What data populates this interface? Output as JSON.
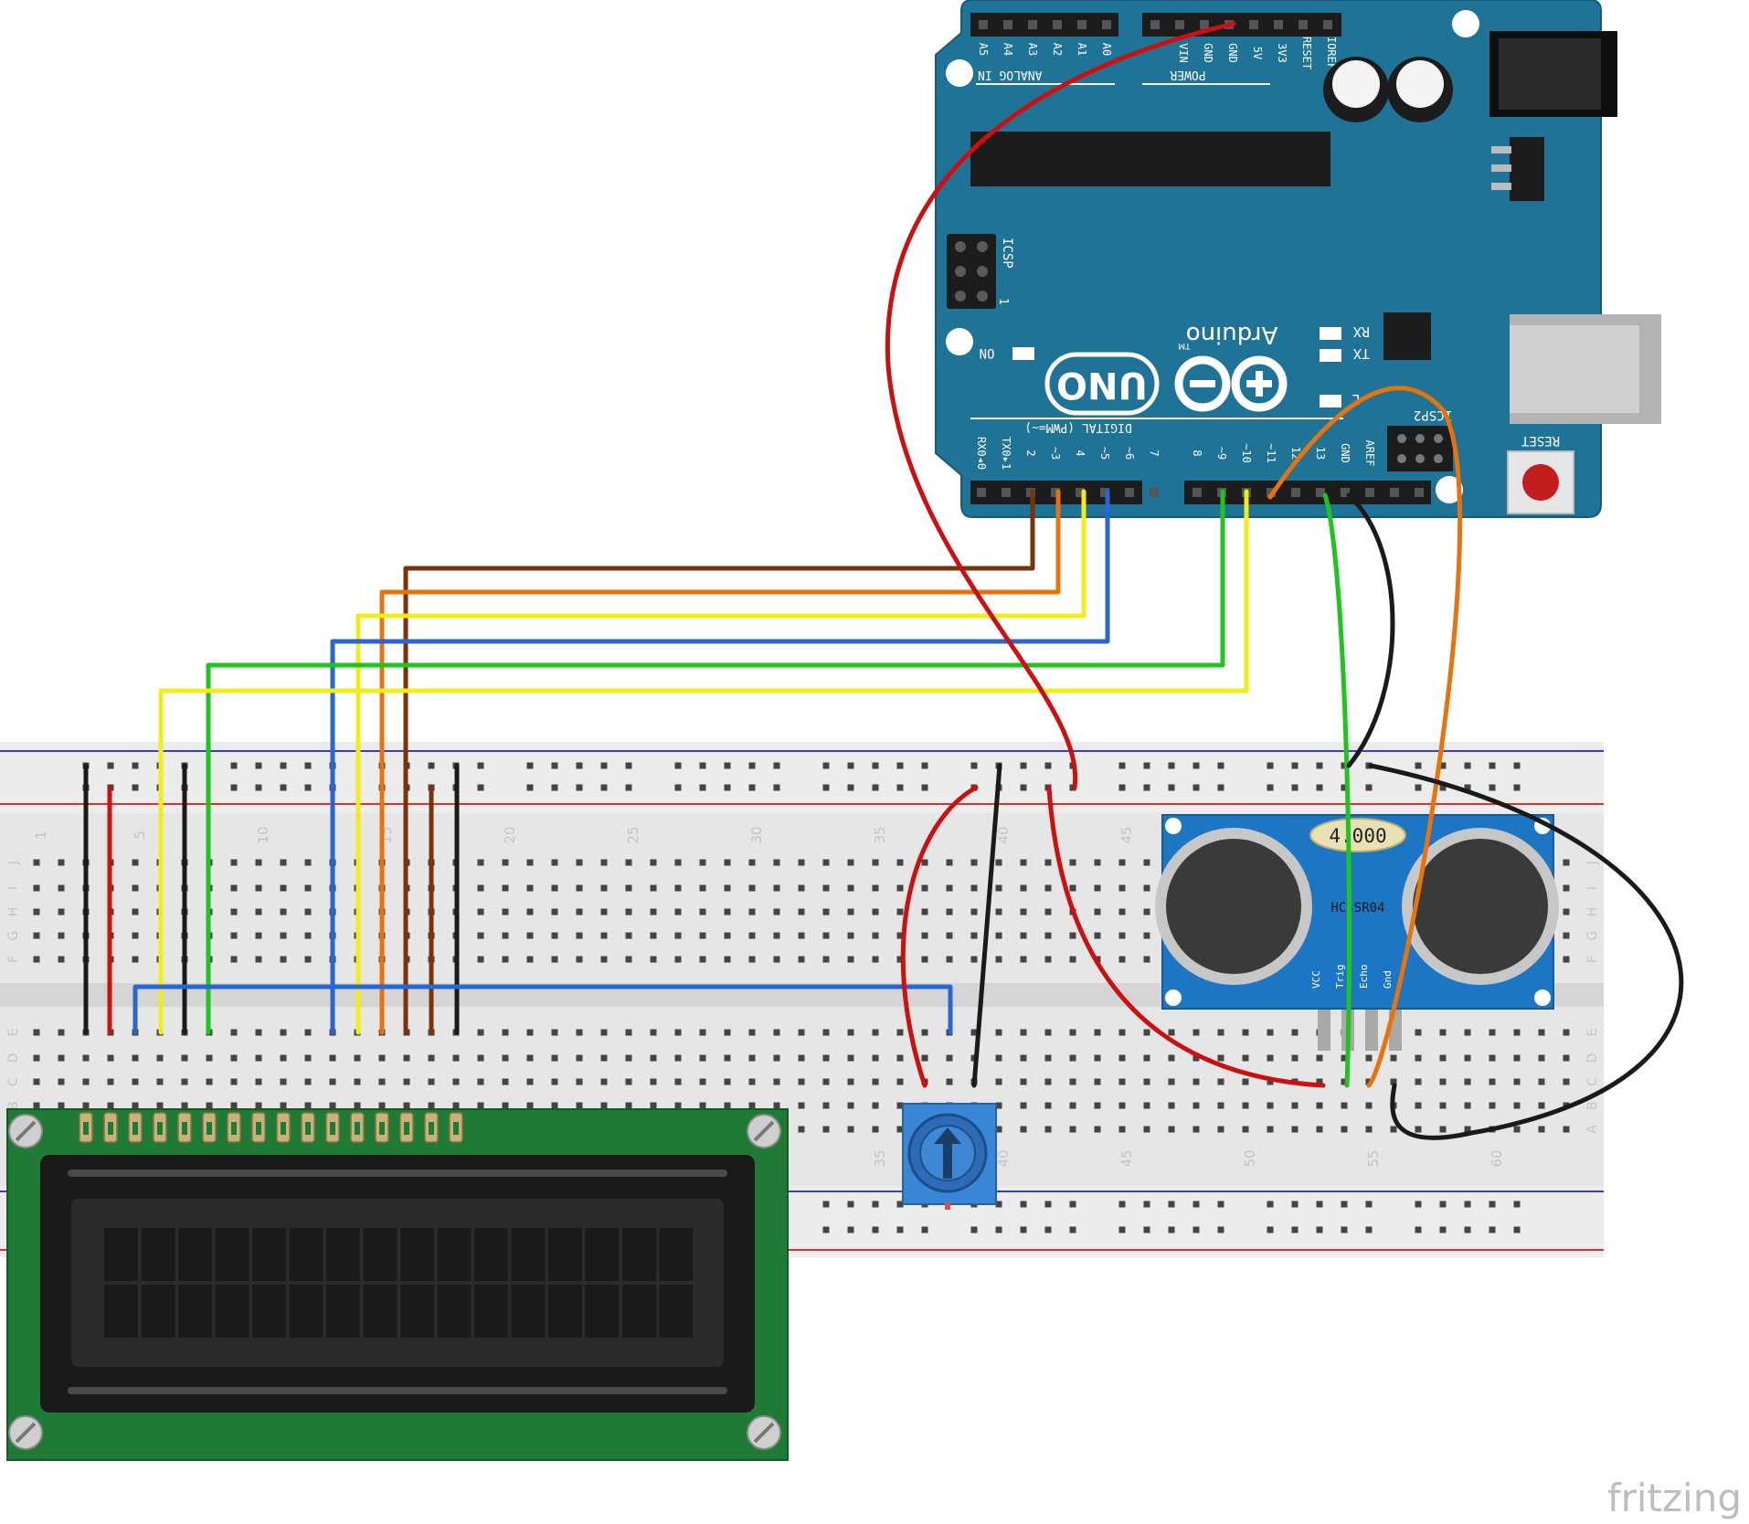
{
  "arduino": {
    "brand": "Arduino",
    "model": "UNO",
    "tm": "TM",
    "icsp": "ICSP",
    "icsp2": "ICSP2",
    "icsp_pin1": "1",
    "on": "ON",
    "rx": "RX",
    "tx": "TX",
    "l": "L",
    "reset": "RESET",
    "digital_label": "DIGITAL (PWM=~)",
    "analog_label": "ANALOG IN",
    "power_label": "POWER",
    "analog_pins": [
      "A5",
      "A4",
      "A3",
      "A2",
      "A1",
      "A0"
    ],
    "power_pins": [
      "VIN",
      "GND",
      "GND",
      "5V",
      "3V3",
      "RESET",
      "IOREF"
    ],
    "digital_left": [
      "RX0◂0",
      "TX0▸1",
      "2",
      "~3",
      "4",
      "~5",
      "~6",
      "7"
    ],
    "digital_right": [
      "8",
      "~9",
      "~10",
      "~11",
      "12",
      "13",
      "GND",
      "AREF"
    ]
  },
  "breadboard": {
    "column_numbers": [
      "1",
      "5",
      "10",
      "15",
      "20",
      "25",
      "30",
      "35",
      "40",
      "45",
      "50",
      "55",
      "60"
    ],
    "rows_top": [
      "J",
      "I",
      "H",
      "G",
      "F"
    ],
    "rows_bottom": [
      "E",
      "D",
      "C",
      "B",
      "A"
    ]
  },
  "sensor": {
    "model": "HC-SR04",
    "crystal": "4.000",
    "pins": [
      "VCC",
      "Trig",
      "Echo",
      "Gnd"
    ]
  },
  "watermark": "fritzing",
  "colors": {
    "red": "#cc1010",
    "black": "#1a1a1a",
    "yellow": "#f3ec1b",
    "green": "#1fc41f",
    "blue": "#2a66d1",
    "orange": "#e7730d",
    "brown": "#7a3308",
    "arduino_teal": "#1f7396",
    "sensor_blue": "#1d76c4",
    "lcd_green": "#1e7a34"
  }
}
